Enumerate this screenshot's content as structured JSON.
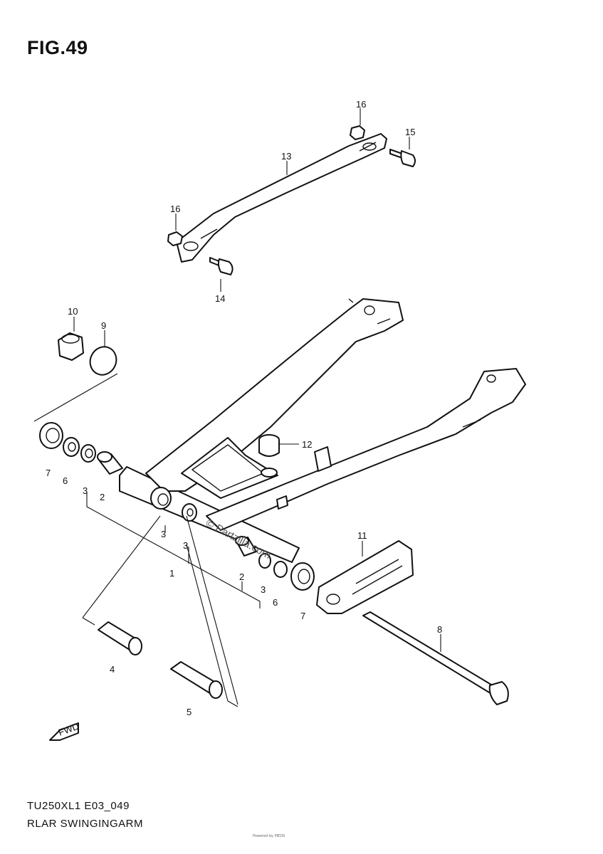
{
  "figure": {
    "title": "FIG.49",
    "code": "TU250XL1 E03_049",
    "name": "RLAR SWINGINGARM",
    "watermark": "© Partzilla.com",
    "fine_print": "Powered by PIEDS"
  },
  "fwd_label": "FWD",
  "callouts": {
    "c16a": "16",
    "c15": "15",
    "c13": "13",
    "c16b": "16",
    "c14": "14",
    "c10": "10",
    "c9": "9",
    "c12": "12",
    "c7a": "7",
    "c6a": "6",
    "c3a": "3",
    "c2a": "2",
    "c3b": "3",
    "c3c": "3",
    "c1": "1",
    "c11": "11",
    "c2b": "2",
    "c3d": "3",
    "c6b": "6",
    "c7b": "7",
    "c8": "8",
    "c4": "4",
    "c5": "5"
  },
  "colors": {
    "ink": "#111111",
    "paper": "#ffffff"
  }
}
